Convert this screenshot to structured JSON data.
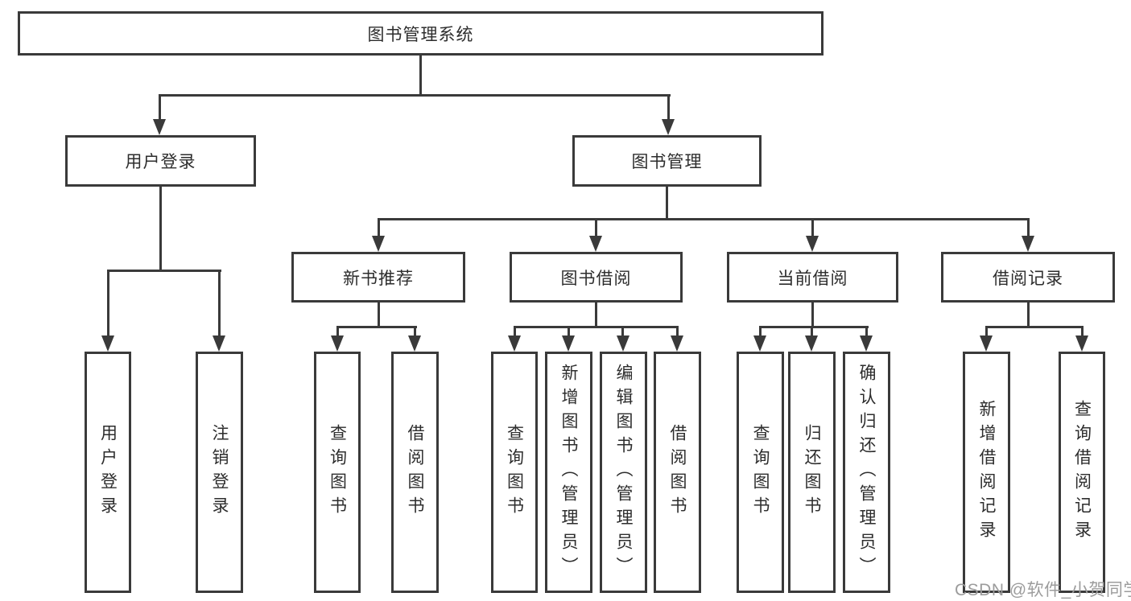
{
  "diagram": {
    "type": "tree",
    "root": {
      "label": "图书管理系统"
    },
    "branches": [
      {
        "label": "用户登录",
        "children": [
          {
            "label": "用户登录"
          },
          {
            "label": "注销登录"
          }
        ]
      },
      {
        "label": "图书管理",
        "children": [
          {
            "label": "新书推荐",
            "children": [
              {
                "label": "查询图书"
              },
              {
                "label": "借阅图书"
              }
            ]
          },
          {
            "label": "图书借阅",
            "children": [
              {
                "label": "查询图书"
              },
              {
                "label": "新增图书（管理员）"
              },
              {
                "label": "编辑图书（管理员）"
              },
              {
                "label": "借阅图书"
              }
            ]
          },
          {
            "label": "当前借阅",
            "children": [
              {
                "label": "查询图书"
              },
              {
                "label": "归还图书"
              },
              {
                "label": "确认归还（管理员）"
              }
            ]
          },
          {
            "label": "借阅记录",
            "children": [
              {
                "label": "新增借阅记录"
              },
              {
                "label": "查询借阅记录"
              }
            ]
          }
        ]
      }
    ]
  },
  "watermark": {
    "text": "CSDN @软件_小贺同学"
  },
  "colors": {
    "line": "#3a3a3a",
    "text": "#2d2d2d",
    "watermark": "#9c9c9c",
    "background": "#ffffff"
  }
}
